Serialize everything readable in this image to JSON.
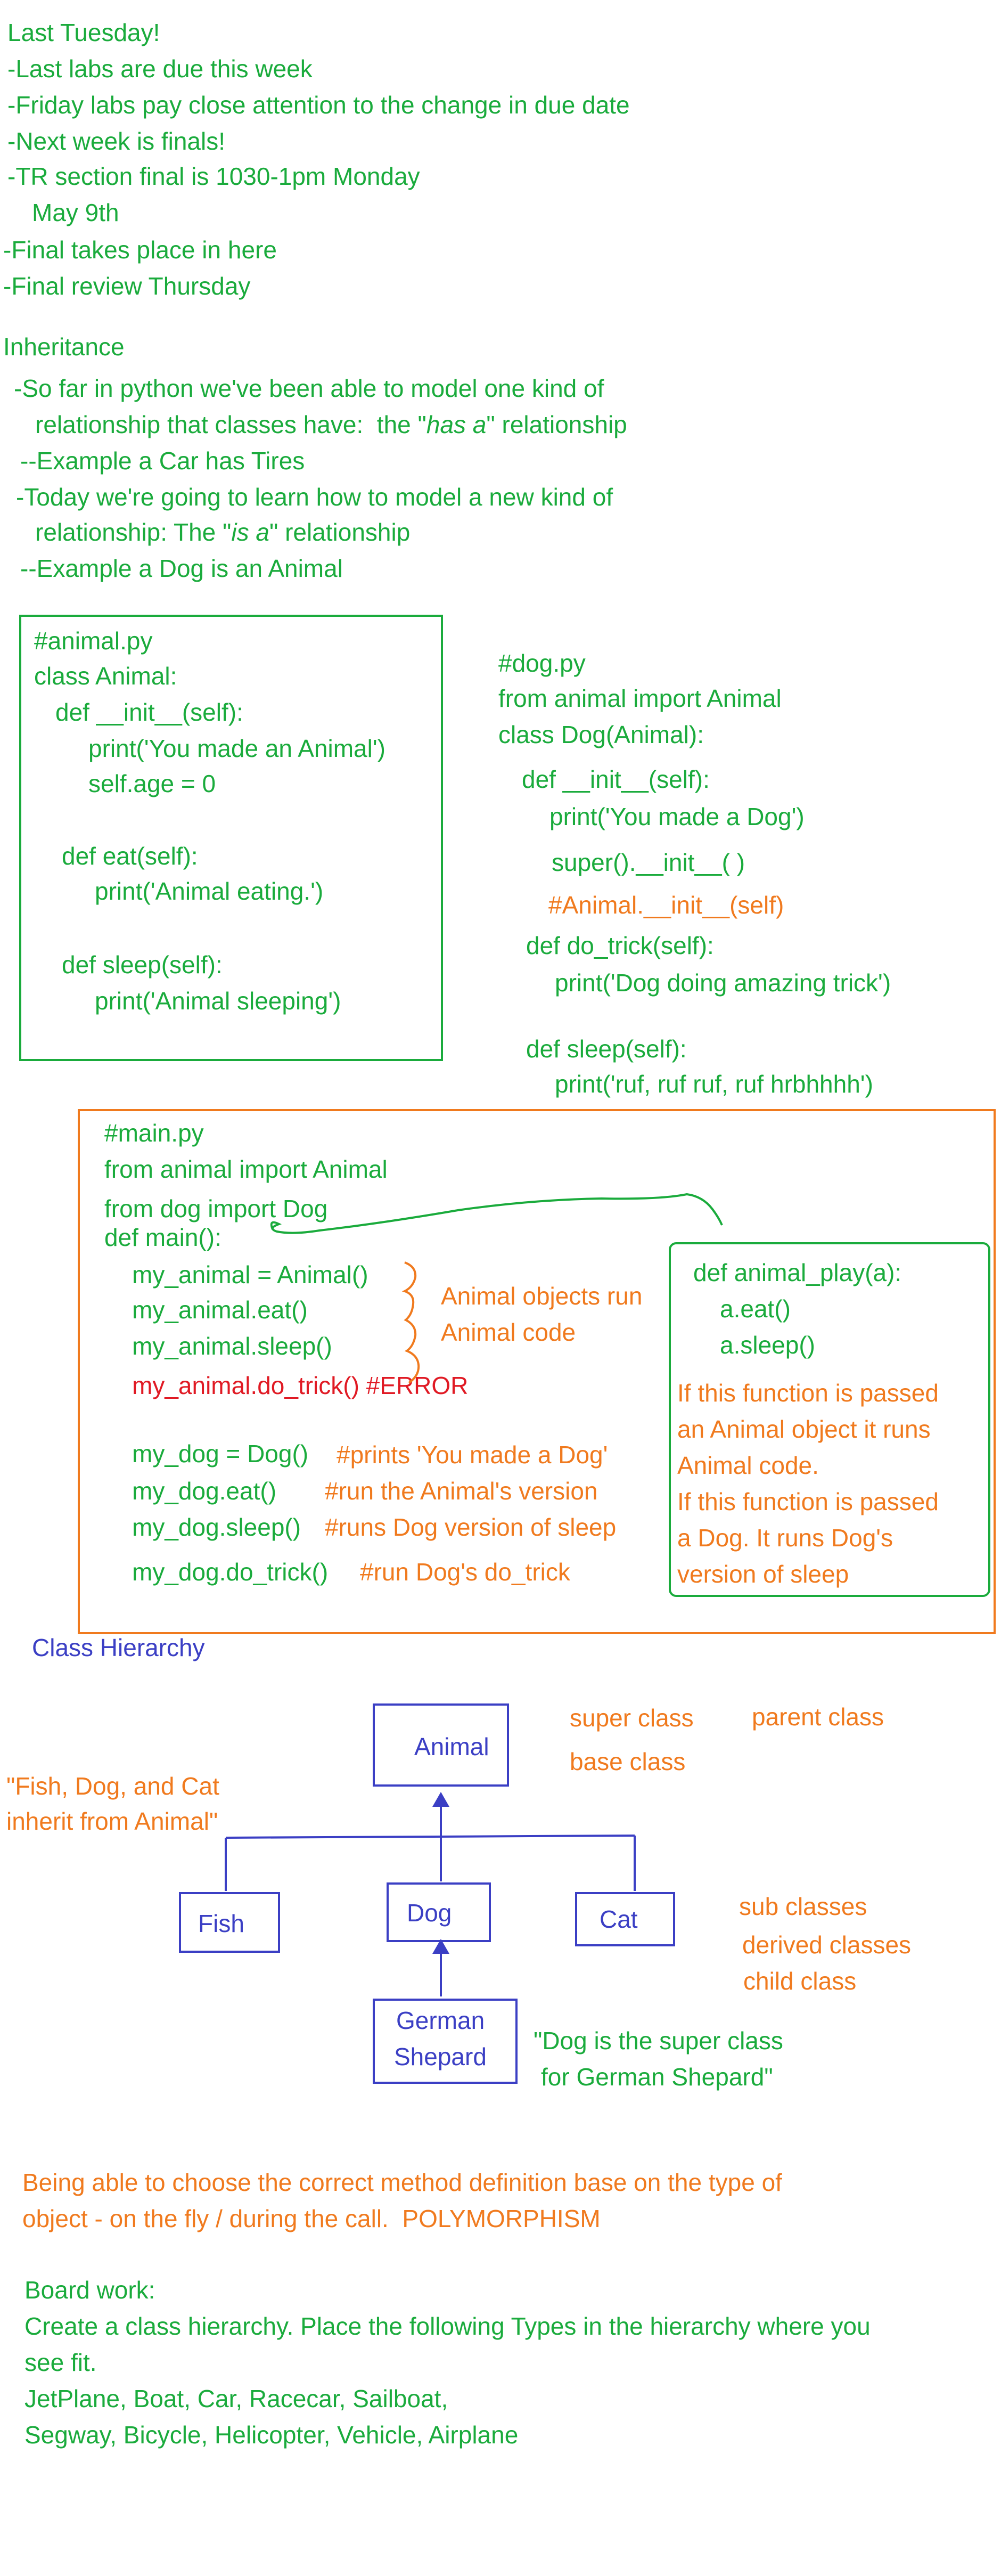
{
  "announcements": [
    "Last Tuesday!",
    "-Last labs are due this week",
    "-Friday labs pay close attention to the change in due date",
    "-Next week is finals!",
    "-TR section final is 1030-1pm Monday",
    "May 9th",
    "-Final takes place in here",
    "-Final review Thursday"
  ],
  "inheritance": {
    "heading": "Inheritance",
    "lines": [
      "-So far in python we've been able to model one kind of",
      "relationship that classes have:  the \"",
      "has a",
      "\" relationship",
      "--Example a Car has Tires",
      "-Today we're going to learn how to model a new kind of",
      "relationship: The \"",
      "is a",
      "\" relationship",
      "--Example a Dog is an Animal"
    ]
  },
  "animal_code": [
    "#animal.py",
    "class Animal:",
    "def __init__(self):",
    "print('You made an Animal')",
    "self.age = 0",
    "def eat(self):",
    "print('Animal eating.')",
    "def sleep(self):",
    "print('Animal sleeping')"
  ],
  "dog_code": [
    "#dog.py",
    "from animal import Animal",
    "class Dog(Animal):",
    "def __init__(self):",
    "print('You made a Dog')",
    "super().__init__( )",
    "#Animal.__init__(self)",
    "def do_trick(self):",
    "print('Dog doing amazing trick')",
    "def sleep(self):",
    "print('ruf, ruf ruf, ruf hrbhhhh')"
  ],
  "main_code": [
    "#main.py",
    "from animal import Animal",
    "from dog import Dog",
    "def main():",
    "my_animal = Animal()",
    "my_animal.eat()",
    "my_animal.sleep()",
    "my_animal.do_trick() #ERROR",
    "my_dog = Dog()",
    "#prints 'You made a Dog'",
    "my_dog.eat()",
    "#run the Animal's version",
    "my_dog.sleep()",
    "#runs Dog version of sleep",
    "my_dog.do_trick()",
    "#run Dog's do_trick"
  ],
  "animal_note": [
    "Animal objects run",
    "Animal code"
  ],
  "animal_play": {
    "code": [
      "def animal_play(a):",
      "a.eat()",
      "a.sleep()"
    ],
    "notes": [
      "If this function is passed",
      "an Animal object it runs",
      "Animal code.",
      "If this function is passed",
      "a Dog. It runs Dog's",
      "version of sleep"
    ]
  },
  "hierarchy": {
    "heading": "Class Hierarchy",
    "nodes": {
      "animal": "Animal",
      "fish": "Fish",
      "dog": "Dog",
      "cat": "Cat",
      "german_shepard_1": "German",
      "german_shepard_2": "Shepard"
    },
    "labels": {
      "super_class": "super class",
      "parent_class": "parent class",
      "base_class": "base class",
      "inherit_1": "\"Fish, Dog, and Cat",
      "inherit_2": "inherit from Animal\"",
      "sub_classes": "sub classes",
      "derived_classes": "derived classes",
      "child_class": "child class",
      "dog_super_1": "\"Dog is the super class",
      "dog_super_2": "for German Shepard\""
    }
  },
  "polymorphism": [
    "Being able to choose the correct method definition base on the type of",
    "object - on the fly / during the call.  POLYMORPHISM"
  ],
  "board_work": [
    "Board work:",
    "Create a class hierarchy. Place the following Types in the hierarchy where you",
    "see fit.",
    "JetPlane, Boat, Car, Racecar, Sailboat,",
    "Segway, Bicycle, Helicopter, Vehicle, Airplane"
  ],
  "colors": {
    "green": "#1aab3c",
    "orange": "#f07a1e",
    "red": "#e01a24",
    "blue": "#3b3fc4"
  }
}
